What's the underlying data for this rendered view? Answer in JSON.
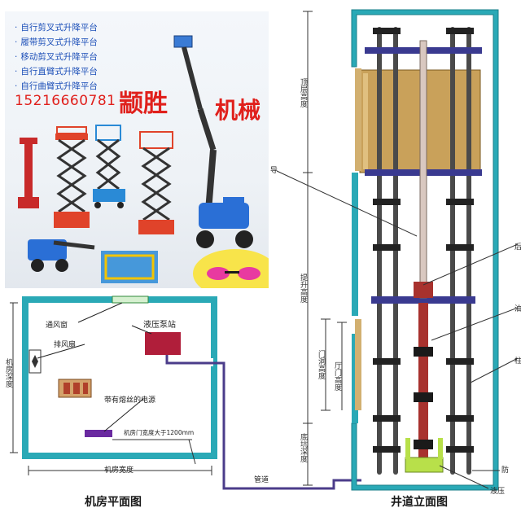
{
  "promo": {
    "bullets": [
      "自行剪叉式升降平台",
      "履带剪叉式升降平台",
      "移动剪叉式升降平台",
      "自行直臂式升降平台",
      "自行曲臂式升降平台"
    ],
    "phone": "15216660781",
    "brand_name": "颛胜",
    "brand_suffix": "机械"
  },
  "machine_room": {
    "caption": "机房平面图",
    "labels": {
      "vent_window": "通风窗",
      "exhaust_fan": "排风扇",
      "pump_station": "液压泵站",
      "power_switch": "带有熔丝的电源",
      "door_width": "机房门宽度大于1200mm",
      "room_depth": "机房深度",
      "room_width": "机房宽度",
      "pipe": "管道"
    }
  },
  "shaft": {
    "caption": "井道立面图",
    "labels": {
      "top_height": "顶层高度",
      "travel_height": "提升高度",
      "door_height": "门洞高度",
      "hall_door_height": "厅门高度",
      "pit_depth": "底坑深度"
    },
    "edge_labels": [
      "导",
      "后",
      "油",
      "柱",
      "防",
      "液压"
    ]
  },
  "colors": {
    "wall": "#2aa9b6",
    "pump": "#b01e3a",
    "pipe": "#4b3c8a",
    "car": "#c9a15a",
    "rail": "#4a4a4a",
    "ram": "#a8322e",
    "base": "#b8e04a"
  }
}
